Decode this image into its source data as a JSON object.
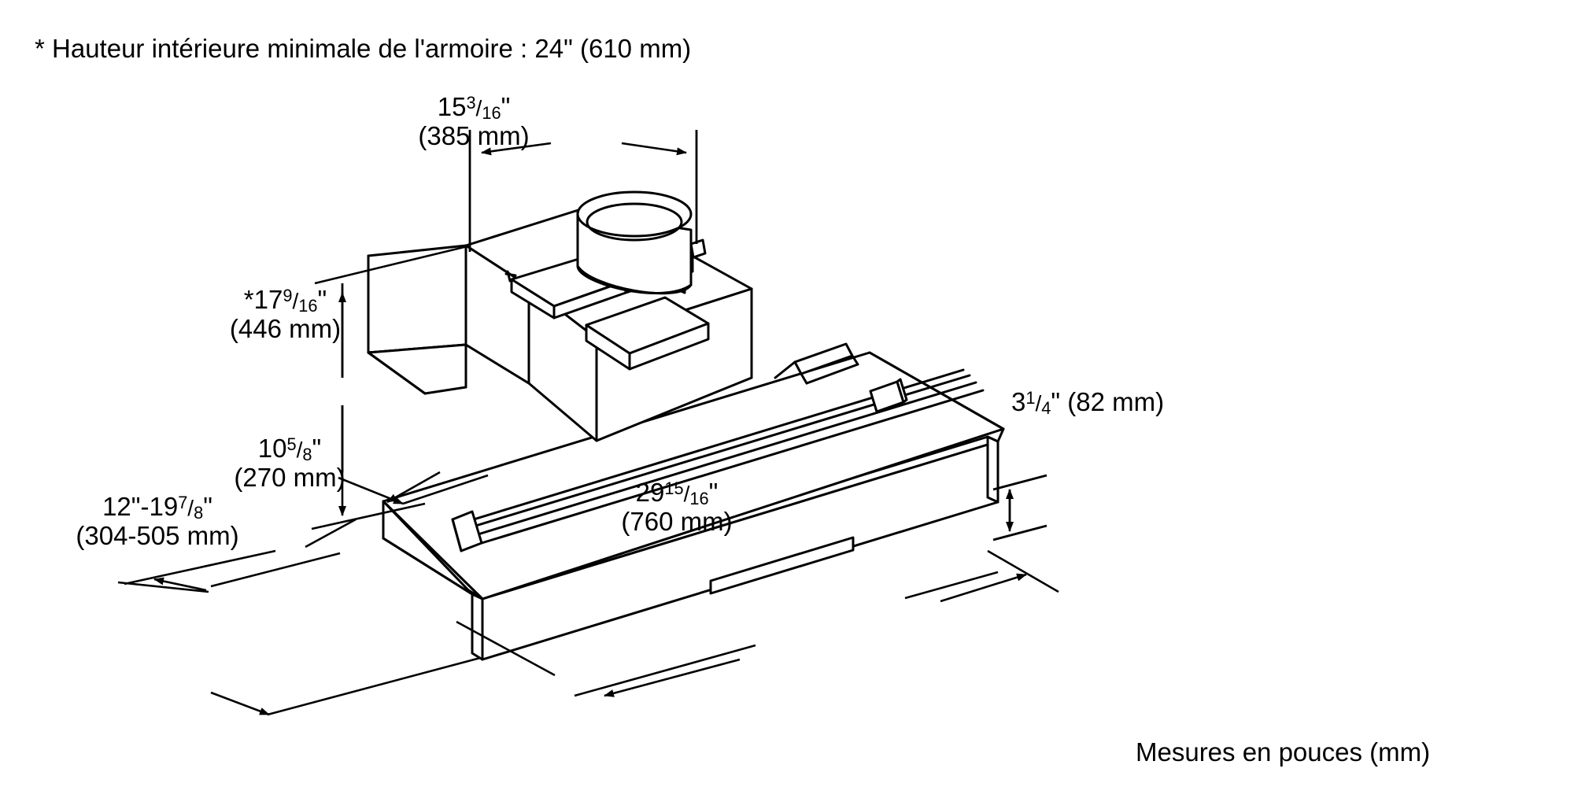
{
  "drawing": {
    "title_note": "* Hauteur intérieure minimale de l'armoire : 24\" (610 mm)",
    "footer_note": "Mesures en pouces (mm)",
    "units_note": "Mesures en pouces (mm)",
    "line_color": "#000000",
    "background_color": "#ffffff"
  },
  "dimensions": {
    "depth_top": {
      "whole": "15",
      "numerator": "3",
      "denominator": "16",
      "inch_label": "15³/₁₆\"",
      "metric_label": "(385 mm)",
      "asterisk": ""
    },
    "height_left": {
      "whole": "17",
      "numerator": "9",
      "denominator": "16",
      "inch_label": "*17⁹/₁₆\"",
      "metric_label": "(446 mm)",
      "asterisk": "*"
    },
    "depth_lower": {
      "whole": "10",
      "numerator": "5",
      "denominator": "8",
      "inch_label": "10⁵/₈\"",
      "metric_label": "(270 mm)",
      "asterisk": ""
    },
    "range_left": {
      "whole": "12\"-19",
      "numerator": "7",
      "denominator": "8",
      "inch_label": "12\"-19⁷/₈\"",
      "metric_label": "(304-505 mm)",
      "asterisk": ""
    },
    "height_right": {
      "whole": "3",
      "numerator": "1",
      "denominator": "4",
      "inch_label": "3¹/₄\"",
      "metric_label": "(82 mm)",
      "combined_label": "3¹/₄\" (82 mm)",
      "asterisk": ""
    },
    "width_bottom": {
      "whole": "29",
      "numerator": "15",
      "denominator": "16",
      "inch_label": "29¹⁵/₁₆\"",
      "metric_label": "(760 mm)",
      "asterisk": ""
    }
  }
}
